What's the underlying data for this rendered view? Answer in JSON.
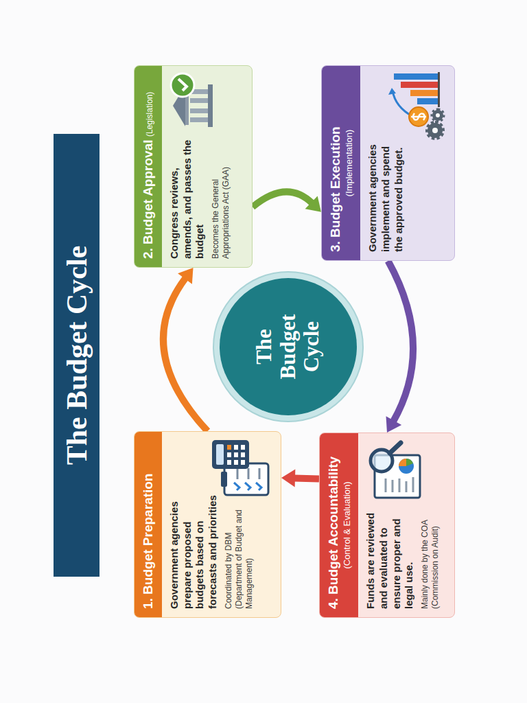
{
  "diagram": {
    "title": "The Budget Cycle",
    "nodes": [
      {
        "text": [
          "1. Budget Preparation",
          "Government agencies prepare proposed budgets based on forecasts and priorities",
          "Coordinated by DBM (Department of Budget and Management)"
        ]
      },
      {
        "text": [
          "2. Budget Approval",
          "(Legislation)",
          "Congress reviews, amends, and passes the budget",
          "Becomes the General Appropriations Act (GAA)"
        ]
      },
      {
        "text": [
          "3. Budget Execution",
          "(Implementation)",
          "Government agencies implement and spend the approved budget."
        ]
      },
      {
        "text": [
          "4. Budget Accountability",
          "(Control & Evaluation)",
          "Funds are reviewed and evaluated to ensure proper and legal use.",
          "Mainly done by the COA (Commission on Audit)"
        ]
      },
      {
        "text": [
          "The Budget Cycle"
        ]
      }
    ],
    "edges": [
      {
        "from": 0,
        "to": 1,
        "arrow": "to"
      },
      {
        "from": 1,
        "to": 2,
        "arrow": "to"
      },
      {
        "from": 2,
        "to": 3,
        "arrow": "to"
      },
      {
        "from": 3,
        "to": 0,
        "arrow": "to"
      }
    ]
  }
}
